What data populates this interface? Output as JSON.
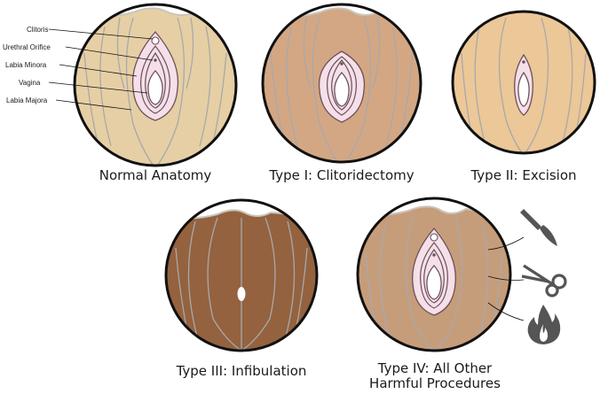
{
  "anatomy_labels": {
    "clitoris": "Clitoris",
    "urethral_orifice": "Urethral Orifice",
    "labia_minora": "Labia Minora",
    "vagina": "Vagina",
    "labia_majora": "Labia Majora"
  },
  "panels": {
    "normal": {
      "title": "Normal Anatomy",
      "skin_color": "#e6cfa4"
    },
    "type1": {
      "title": "Type I: Clitoridectomy",
      "skin_color": "#d3a783"
    },
    "type2": {
      "title": "Type II: Excision",
      "skin_color": "#ecc797"
    },
    "type3": {
      "title": "Type III: Infibulation",
      "skin_color": "#94623e"
    },
    "type4": {
      "title_line1": "Type IV: All Other",
      "title_line2": "Harmful Procedures",
      "skin_color": "#c69d7a"
    }
  },
  "colors": {
    "outline": "#111111",
    "crease": "#a8a8ad",
    "tissue_fill": "#f5dfe8",
    "tissue_line": "#6b4f5a",
    "icon": "#555555"
  },
  "icons": [
    "scalpel-icon",
    "scissors-icon",
    "flame-icon"
  ]
}
